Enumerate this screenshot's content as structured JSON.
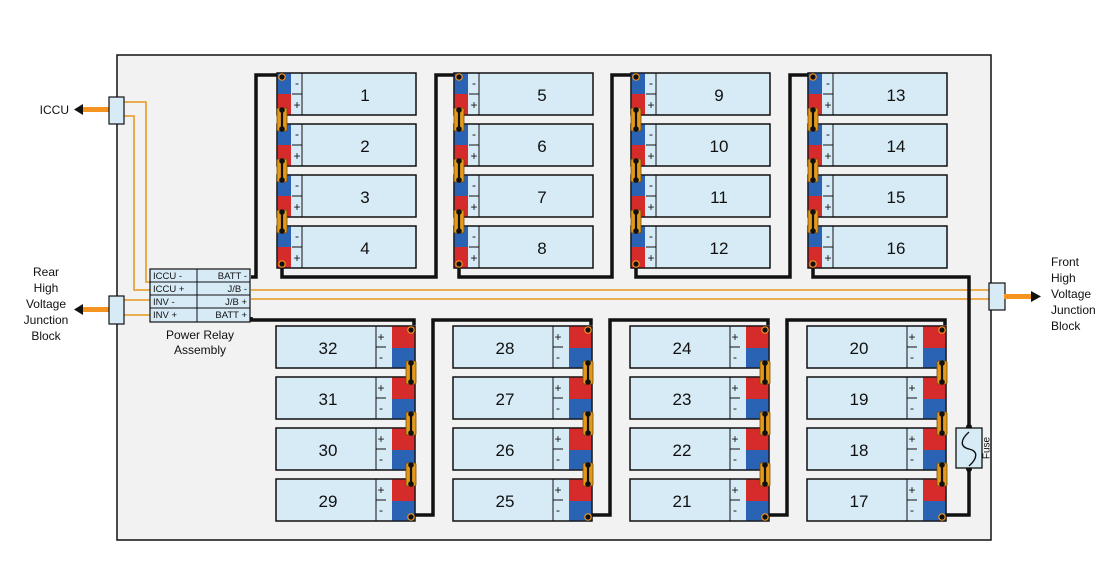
{
  "labels": {
    "iccu": "ICCU",
    "rear_hv_block": [
      "Rear",
      "High",
      "Voltage",
      "Junction",
      "Block"
    ],
    "front_hv_block": [
      "Front",
      "High",
      "Voltage",
      "Junction",
      "Block"
    ],
    "power_relay_assembly": [
      "Power Relay",
      "Assembly"
    ],
    "fuse": "Fuse",
    "minus": "-",
    "plus": "+"
  },
  "relay_terminals": [
    [
      "ICCU -",
      "BATT -"
    ],
    [
      "ICCU +",
      "J/B -"
    ],
    [
      "INV -",
      "J/B +"
    ],
    [
      "INV +",
      "BATT +"
    ]
  ],
  "modules": {
    "top_rows": [
      [
        1,
        5,
        9,
        13
      ],
      [
        2,
        6,
        10,
        14
      ],
      [
        3,
        7,
        11,
        15
      ],
      [
        4,
        8,
        12,
        16
      ]
    ],
    "bottom_rows": [
      [
        32,
        28,
        24,
        20
      ],
      [
        31,
        27,
        23,
        19
      ],
      [
        30,
        26,
        22,
        18
      ],
      [
        29,
        25,
        21,
        17
      ]
    ]
  },
  "colors": {
    "module_fill": "#d7ebf7",
    "enclosure_fill": "#f2f2f2",
    "positive": "#d62b2b",
    "negative": "#2a62b4",
    "busbar": "#e39a1b",
    "signal_line": "#e8a33a",
    "connector": "#f5941e",
    "cable": "#111111"
  }
}
